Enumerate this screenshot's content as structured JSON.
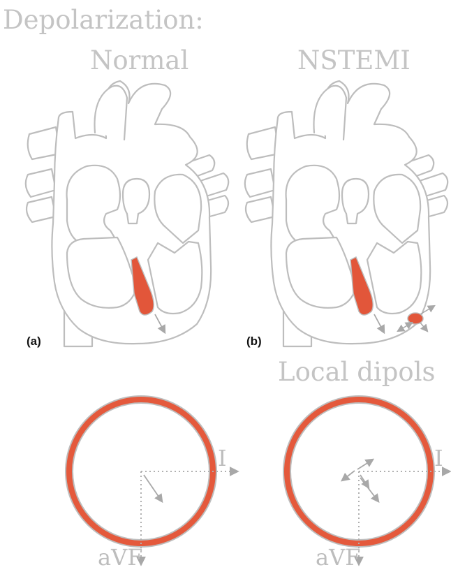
{
  "title": "Depolarization:",
  "columns": [
    {
      "label": "Normal",
      "panel": "(a)"
    },
    {
      "label": "NSTEMI",
      "panel": "(b)"
    }
  ],
  "annotation": "Local  dipols",
  "axes": {
    "horizontal": "I",
    "vertical": "aVF"
  },
  "colors": {
    "outline": "#bdbdbd",
    "fill": "#ffffff",
    "conduction": "#e2563a",
    "ring": "#e4593c",
    "text": "#c4c4c4"
  }
}
